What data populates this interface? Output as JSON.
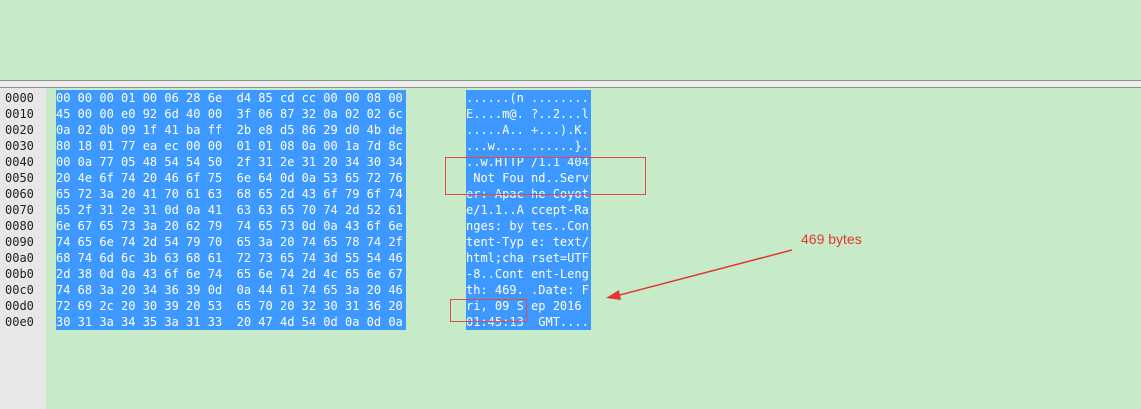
{
  "offsets": [
    "0000",
    "0010",
    "0020",
    "0030",
    "0040",
    "0050",
    "0060",
    "0070",
    "0080",
    "0090",
    "00a0",
    "00b0",
    "00c0",
    "00d0",
    "00e0"
  ],
  "hex_rows": [
    "00 00 00 01 00 06 28 6e  d4 85 cd cc 00 00 08 00",
    "45 00 00 e0 92 6d 40 00  3f 06 87 32 0a 02 02 6c",
    "0a 02 0b 09 1f 41 ba ff  2b e8 d5 86 29 d0 4b de",
    "80 18 01 77 ea ec 00 00  01 01 08 0a 00 1a 7d 8c",
    "00 0a 77 05 48 54 54 50  2f 31 2e 31 20 34 30 34",
    "20 4e 6f 74 20 46 6f 75  6e 64 0d 0a 53 65 72 76",
    "65 72 3a 20 41 70 61 63  68 65 2d 43 6f 79 6f 74",
    "65 2f 31 2e 31 0d 0a 41  63 63 65 70 74 2d 52 61",
    "6e 67 65 73 3a 20 62 79  74 65 73 0d 0a 43 6f 6e",
    "74 65 6e 74 2d 54 79 70  65 3a 20 74 65 78 74 2f",
    "68 74 6d 6c 3b 63 68 61  72 73 65 74 3d 55 54 46",
    "2d 38 0d 0a 43 6f 6e 74  65 6e 74 2d 4c 65 6e 67",
    "74 68 3a 20 34 36 39 0d  0a 44 61 74 65 3a 20 46",
    "72 69 2c 20 30 39 20 53  65 70 20 32 30 31 36 20",
    "30 31 3a 34 35 3a 31 33  20 47 4d 54 0d 0a 0d 0a"
  ],
  "ascii_rows": [
    "......(n ........",
    "E....m@. ?..2...l",
    ".....A.. +...).K.",
    "...w.... ......}.",
    "..w.HTTP /1.1 404",
    " Not Fou nd..Serv",
    "er: Apac he-Coyot",
    "e/1.1..A ccept-Ra",
    "nges: by tes..Con",
    "tent-Typ e: text/",
    "html;cha rset=UTF",
    "-8..Cont ent-Leng",
    "th: 469. .Date: F",
    "ri, 09 S ep 2016 ",
    "01:45:13  GMT...."
  ],
  "annotation": {
    "text": "469 bytes",
    "color": "#e03a2e"
  }
}
